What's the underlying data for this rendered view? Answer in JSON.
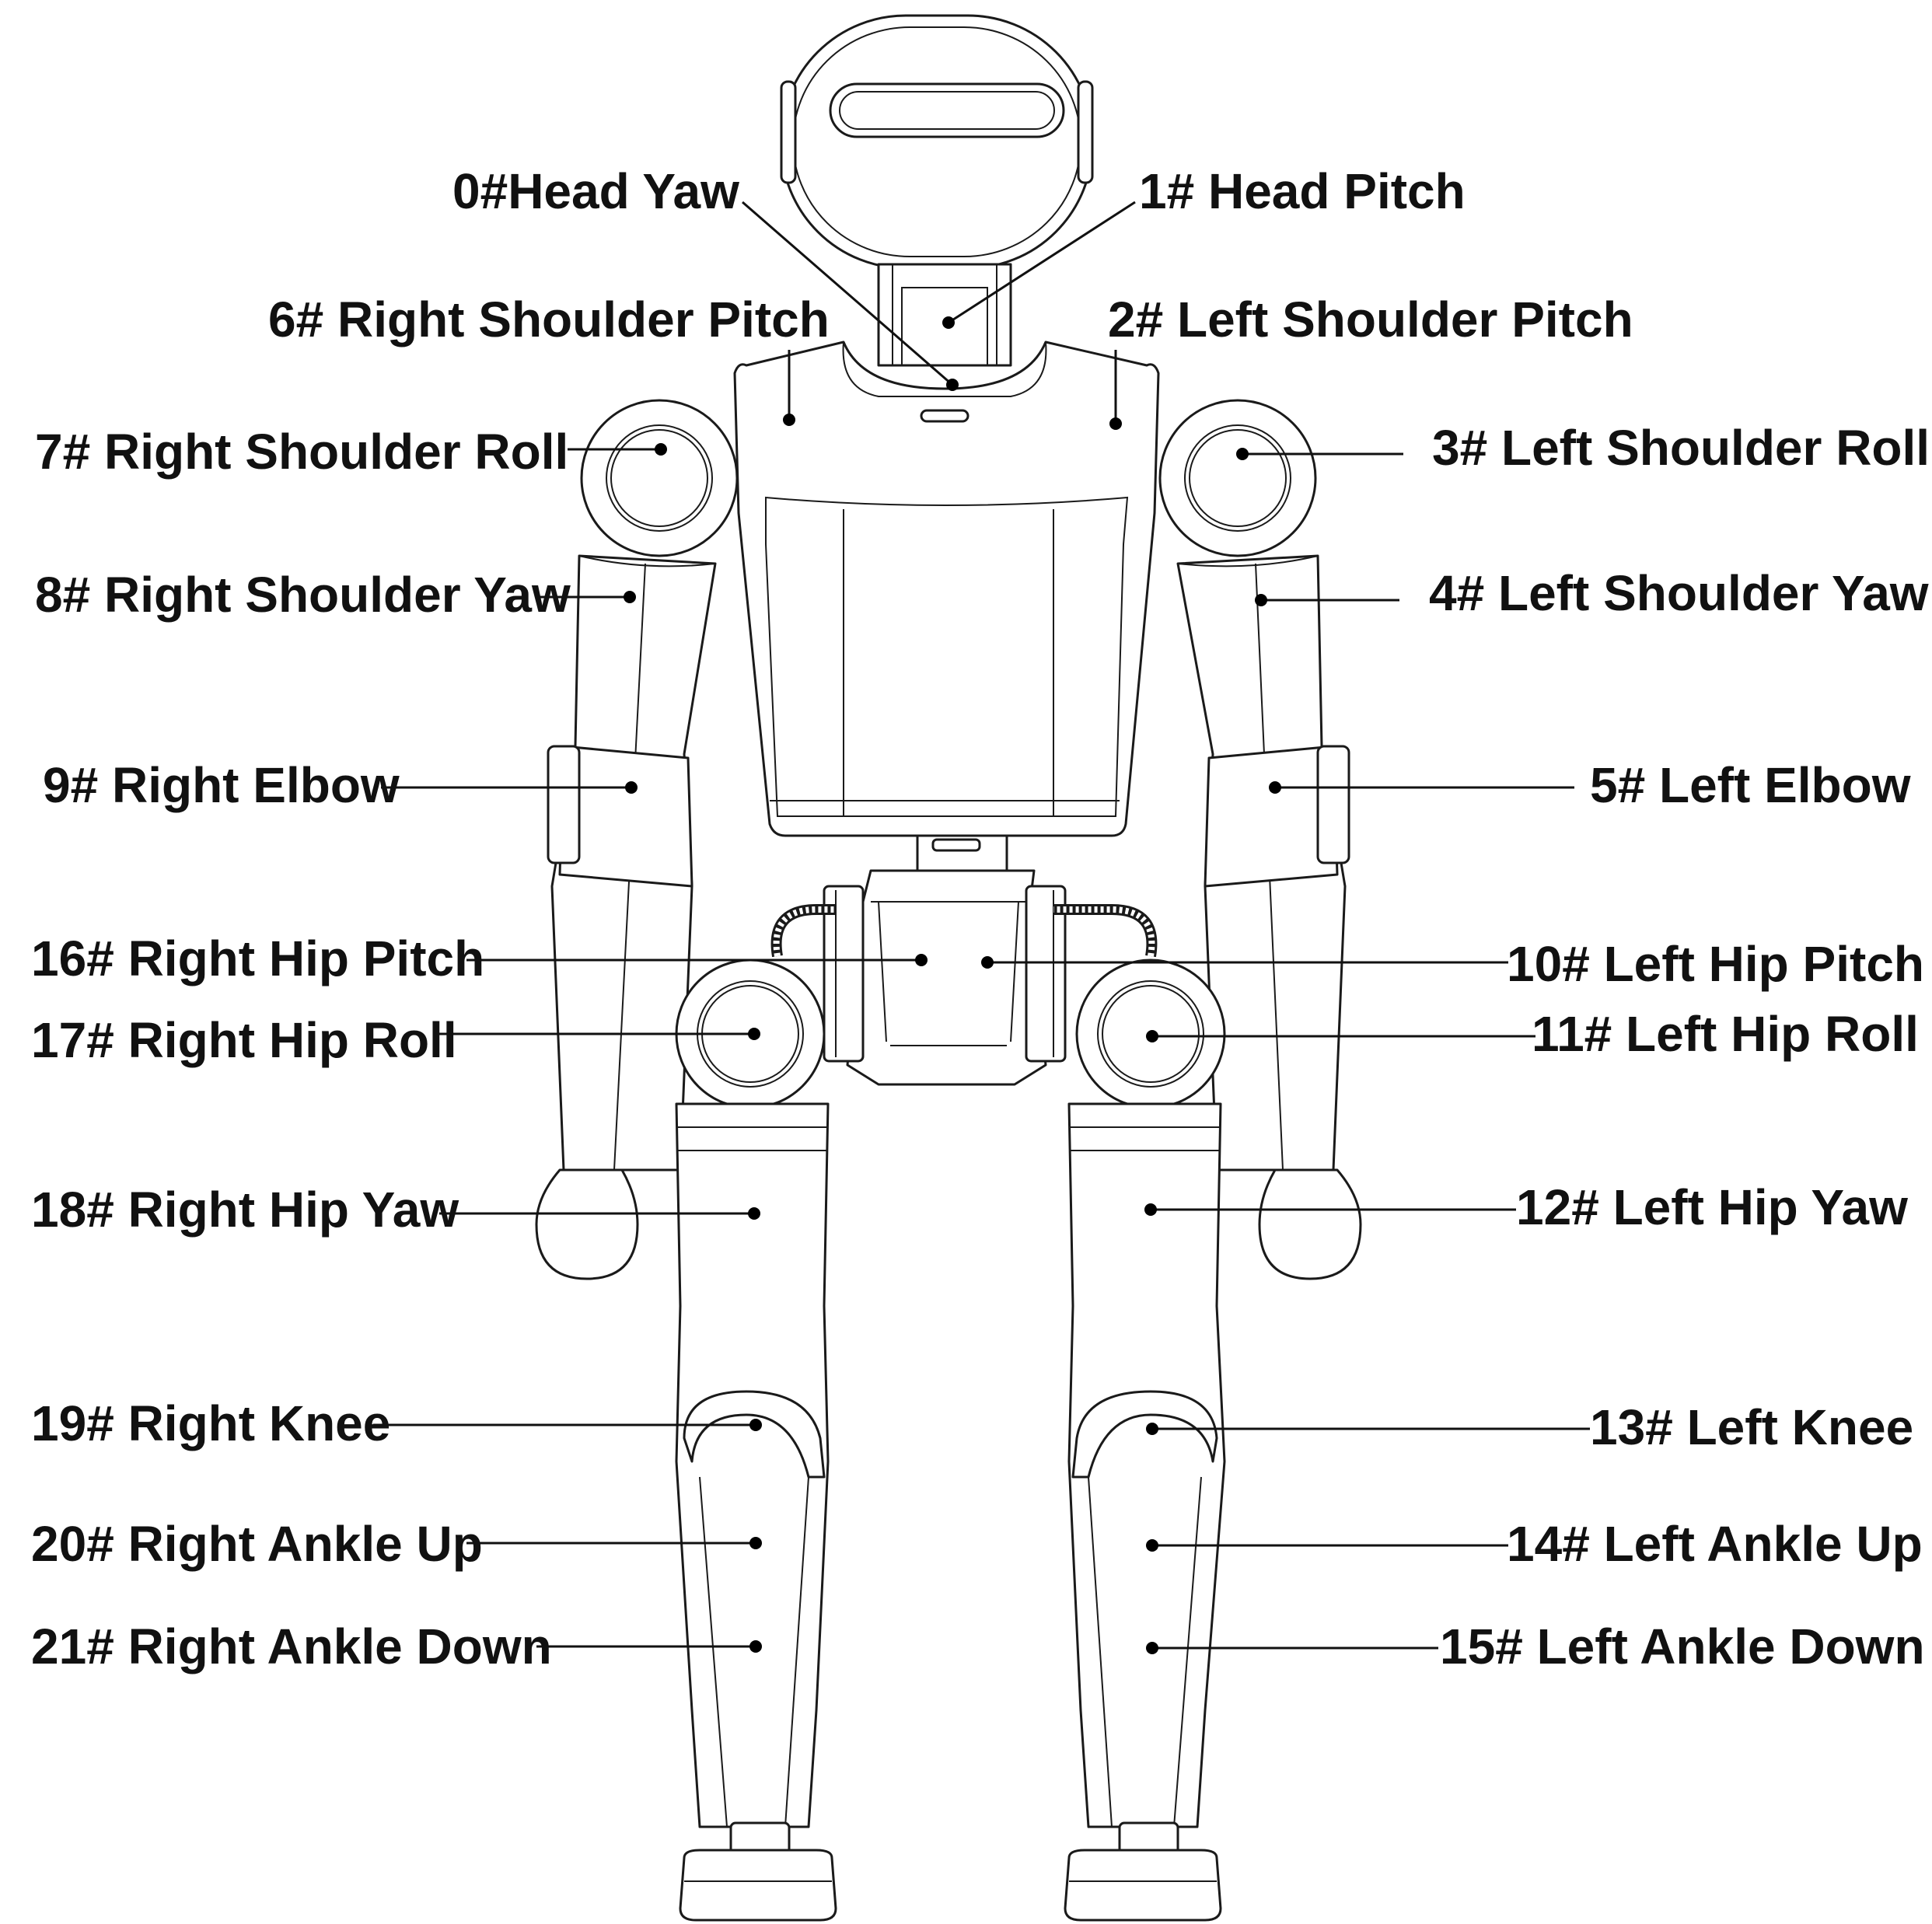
{
  "joints": [
    {
      "id": "head-yaw",
      "label": "0#Head Yaw"
    },
    {
      "id": "head-pitch",
      "label": "1# Head Pitch"
    },
    {
      "id": "right-shoulder-pitch",
      "label": "6# Right Shoulder Pitch"
    },
    {
      "id": "left-shoulder-pitch",
      "label": "2# Left Shoulder Pitch"
    },
    {
      "id": "right-shoulder-roll",
      "label": "7# Right Shoulder Roll"
    },
    {
      "id": "left-shoulder-roll",
      "label": "3# Left Shoulder Roll"
    },
    {
      "id": "right-shoulder-yaw",
      "label": "8# Right Shoulder Yaw"
    },
    {
      "id": "left-shoulder-yaw",
      "label": "4# Left Shoulder Yaw"
    },
    {
      "id": "right-elbow",
      "label": "9# Right Elbow"
    },
    {
      "id": "left-elbow",
      "label": "5# Left Elbow"
    },
    {
      "id": "right-hip-pitch",
      "label": "16# Right Hip Pitch"
    },
    {
      "id": "left-hip-pitch",
      "label": "10# Left Hip Pitch"
    },
    {
      "id": "right-hip-roll",
      "label": "17# Right Hip Roll"
    },
    {
      "id": "left-hip-roll",
      "label": "11# Left Hip Roll"
    },
    {
      "id": "right-hip-yaw",
      "label": "18# Right Hip Yaw"
    },
    {
      "id": "left-hip-yaw",
      "label": "12# Left Hip Yaw"
    },
    {
      "id": "right-knee",
      "label": "19# Right Knee"
    },
    {
      "id": "left-knee",
      "label": "13# Left Knee"
    },
    {
      "id": "right-ankle-up",
      "label": "20# Right Ankle Up"
    },
    {
      "id": "left-ankle-up",
      "label": "14# Left Ankle Up"
    },
    {
      "id": "right-ankle-down",
      "label": "21# Right Ankle Down"
    },
    {
      "id": "left-ankle-down",
      "label": "15# Left Ankle Down"
    }
  ]
}
